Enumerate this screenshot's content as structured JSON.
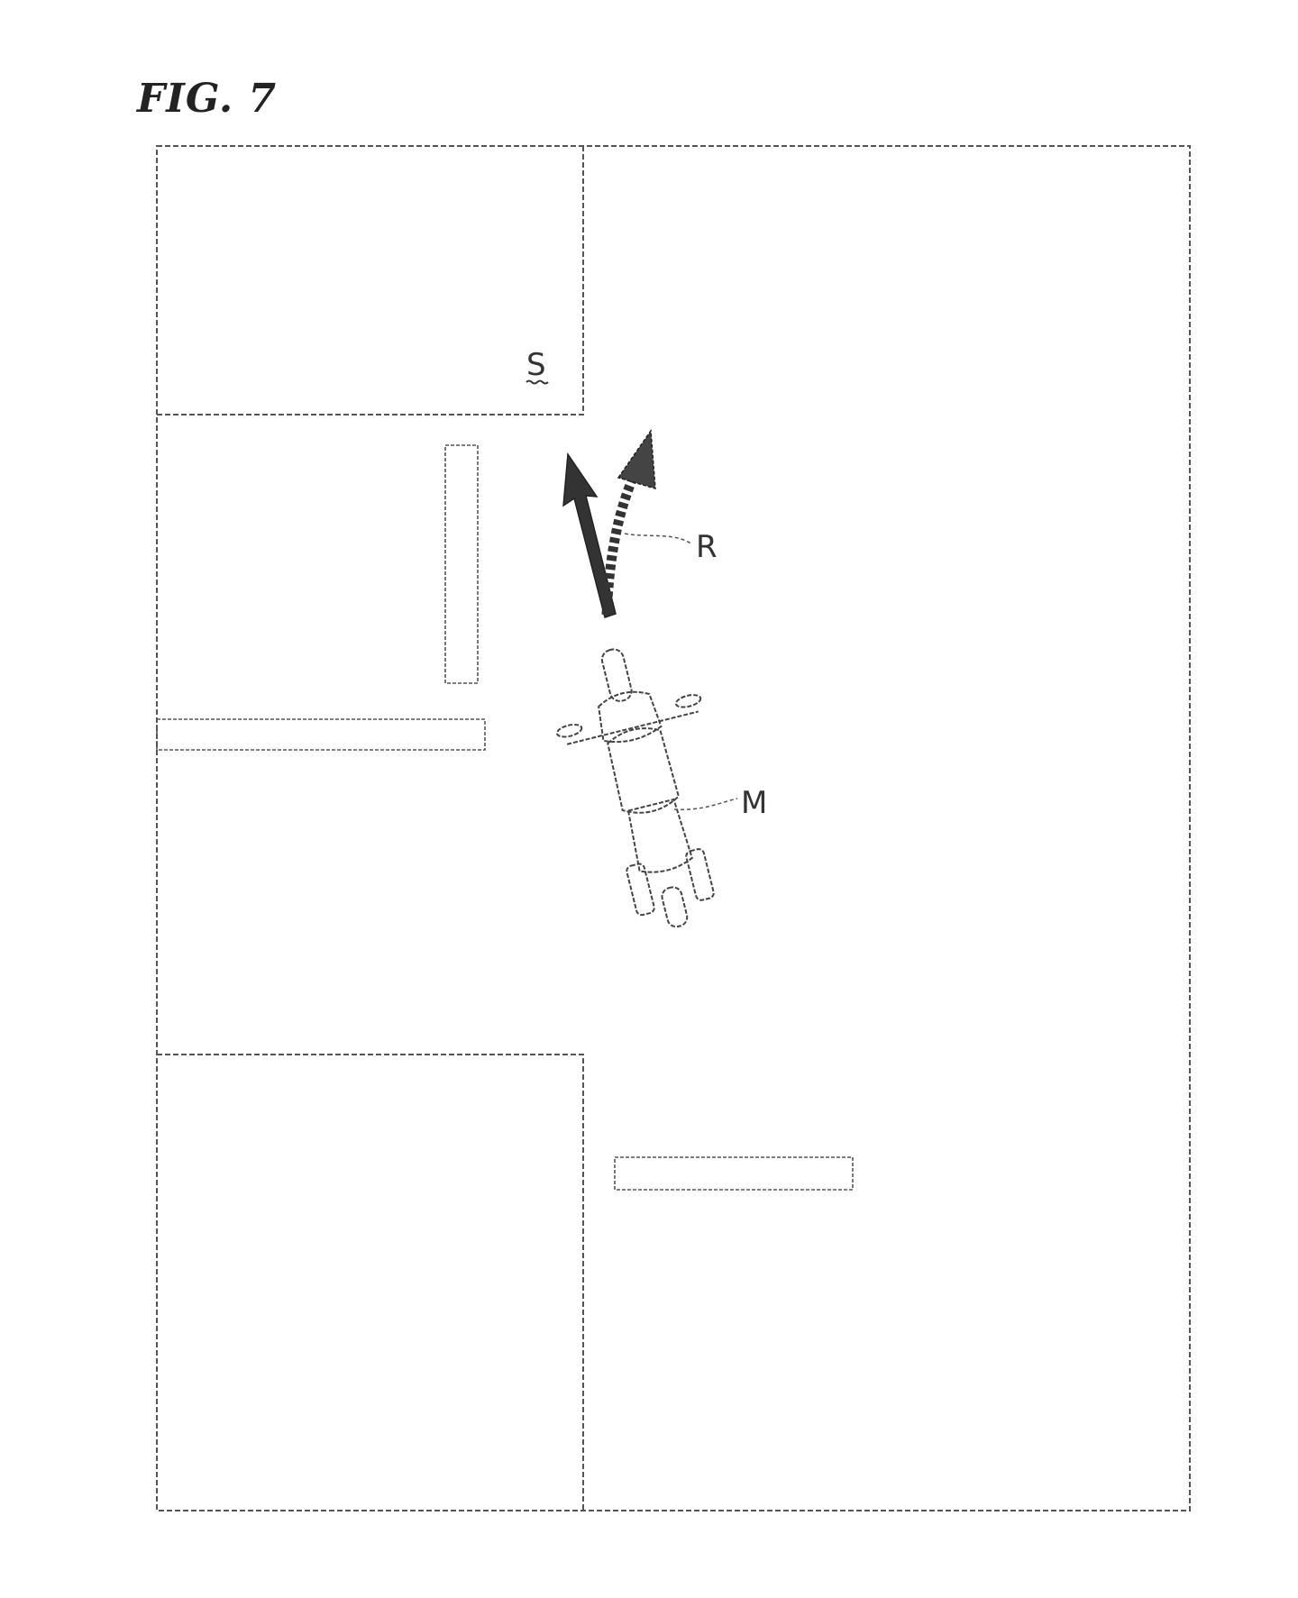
{
  "figure": {
    "title": "FIG. 7"
  },
  "labels": {
    "store": "S",
    "route": "R",
    "motorcycle": "M"
  },
  "colors": {
    "line": "#555555",
    "arrow_fill": "#333333"
  }
}
